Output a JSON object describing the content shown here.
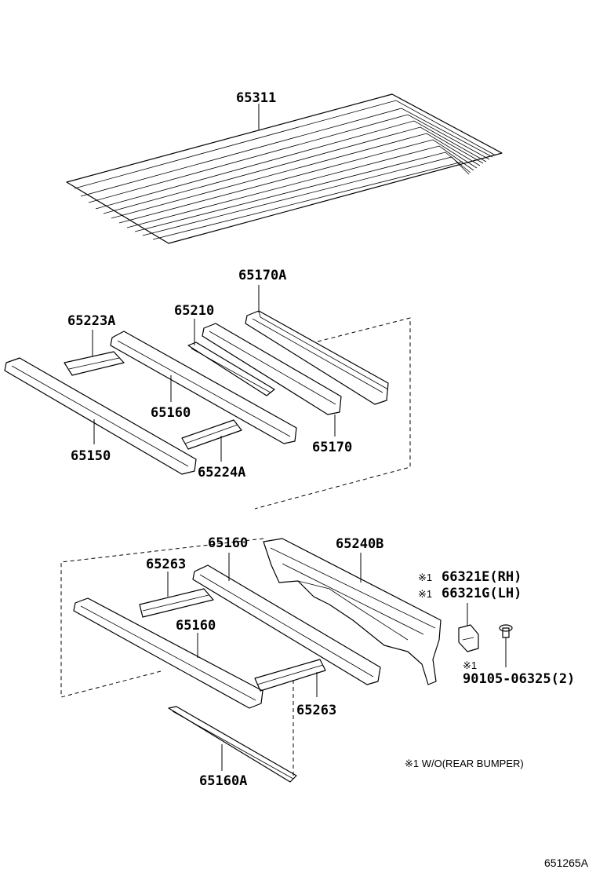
{
  "labels": {
    "p65311": "65311",
    "p65170A": "65170A",
    "p65210": "65210",
    "p65223A": "65223A",
    "p65160_top": "65160",
    "p65150": "65150",
    "p65224A": "65224A",
    "p65170": "65170",
    "p65160_mid": "65160",
    "p65240B": "65240B",
    "p65263_left": "65263",
    "p65160_low": "65160",
    "p65263_right": "65263",
    "p65160A": "65160A",
    "p66321E": "66321E(RH)",
    "p66321G": "66321G(LH)",
    "p90105": "90105-06325(2)"
  },
  "note_marks": {
    "m1": "※1",
    "m2": "※1",
    "m3": "※1"
  },
  "footnote": "※1 W/O(REAR BUMPER)",
  "diagram_code": "651265A"
}
